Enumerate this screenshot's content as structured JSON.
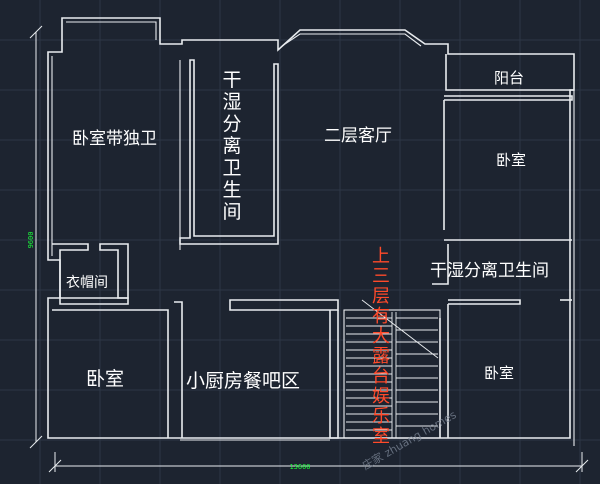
{
  "rooms": {
    "master_bedroom": "卧室带独卫",
    "dry_wet_bath_vertical": "干湿分离卫生间",
    "living_room": "二层客厅",
    "balcony": "阳台",
    "bedroom_east": "卧室",
    "closet": "衣帽间",
    "dry_wet_bath_east": "干湿分离卫生间",
    "bedroom_sw": "卧室",
    "kitchen_bar": "小厨房餐吧区",
    "stairs_note": "上三层有大露台娱乐室",
    "bedroom_se": "卧室"
  },
  "dimensions": {
    "width": "13600",
    "height": "9600"
  },
  "watermark": "庄家 zhuang homes",
  "colors": {
    "background": "#1d2430",
    "wall": "#e9ecef",
    "dimension_text": "#19ff3a",
    "stairs_note": "#ff4a2a"
  }
}
